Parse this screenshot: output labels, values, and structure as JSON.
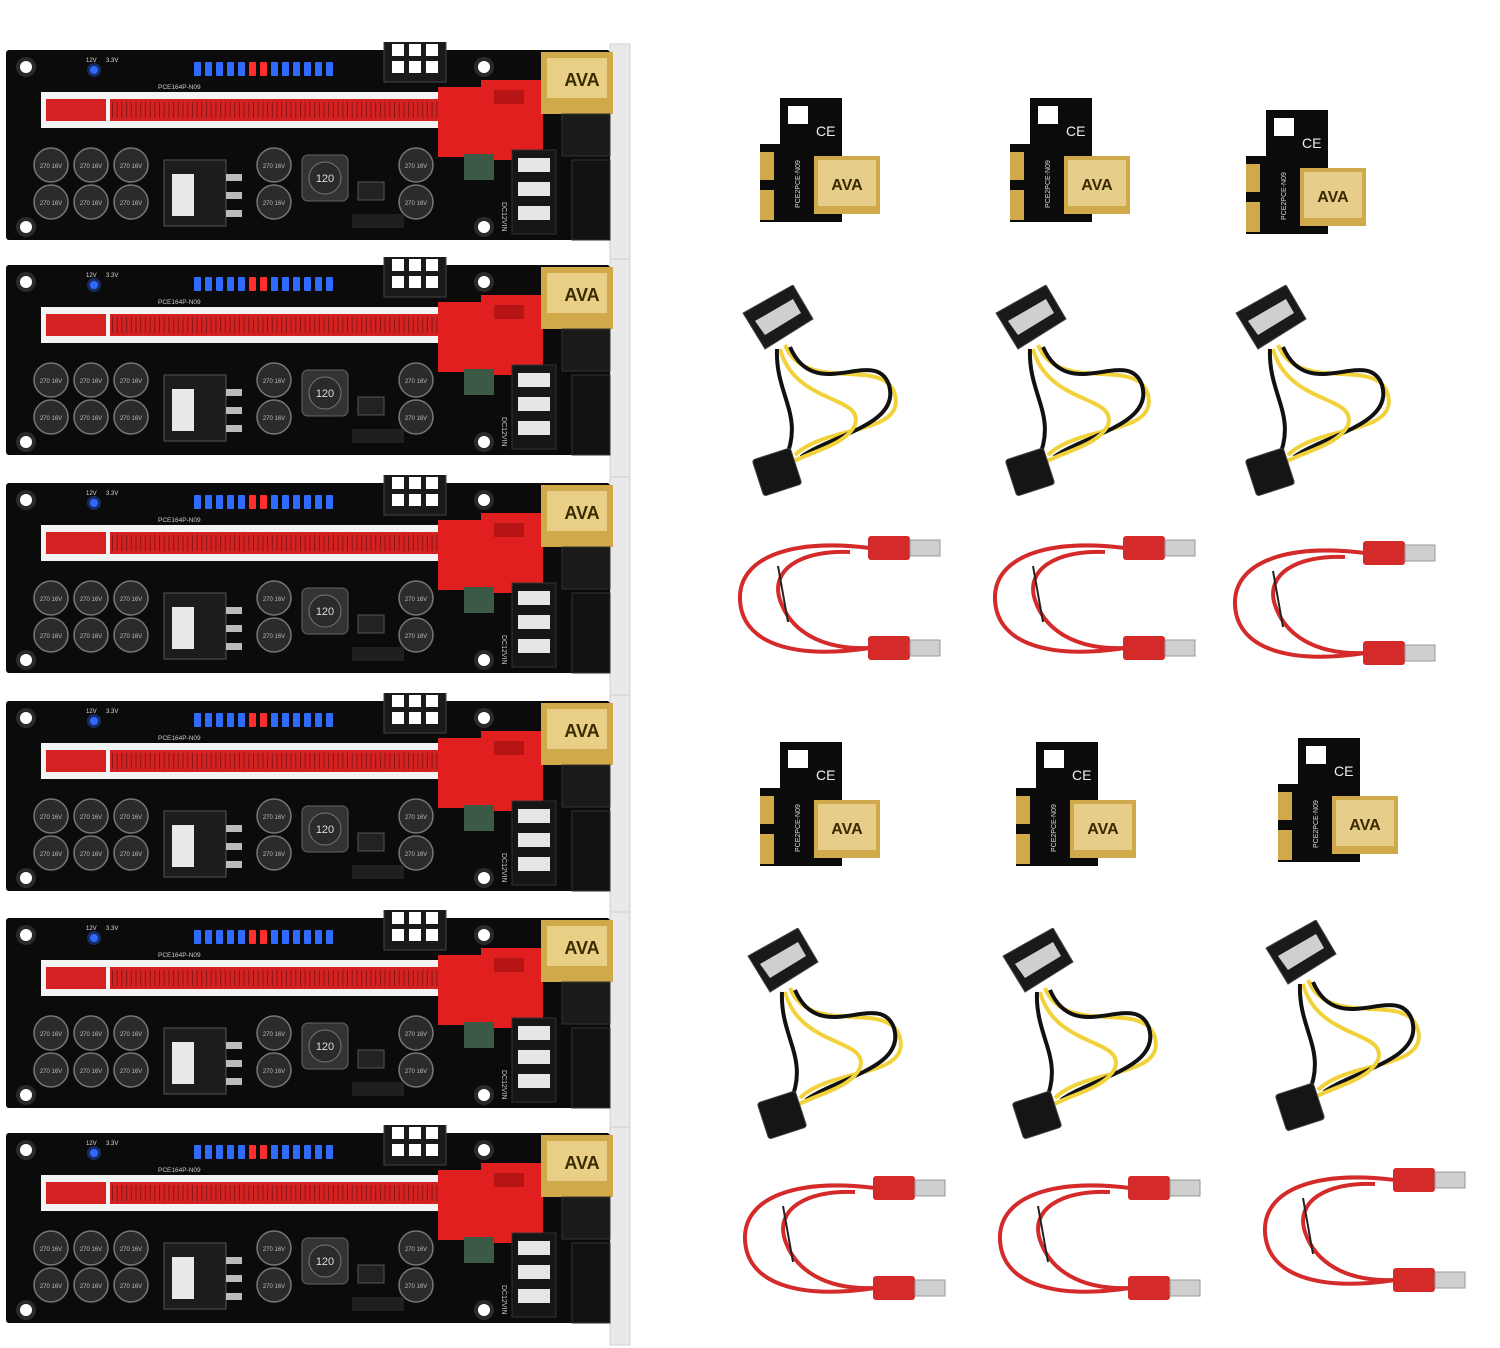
{
  "product": {
    "board_count": 6,
    "adapter_count": 6,
    "power_cable_count": 6,
    "usb_cable_count": 6,
    "board_silkscreen_model": "PCE164P-N09",
    "adapter_silkscreen": "PCE2PCE-N09",
    "inductor_marking": "120",
    "power_input_marking": "DC12VIN",
    "led_marking_left": "12V",
    "led_marking_right": "3.3V",
    "capacitor_marking": "270 16V",
    "usb_port_marking": "AVA"
  },
  "colors": {
    "pcb": "#0b0b0b",
    "slot_red": "#d42222",
    "connector_red": "#e21f1f",
    "gold": "#cfa94a",
    "led_blue": "#2f6bff",
    "led_red": "#ff2d2d",
    "wire_yellow": "#f2d23a",
    "wire_black": "#111111",
    "usb_cable_red": "#d42a2a"
  }
}
